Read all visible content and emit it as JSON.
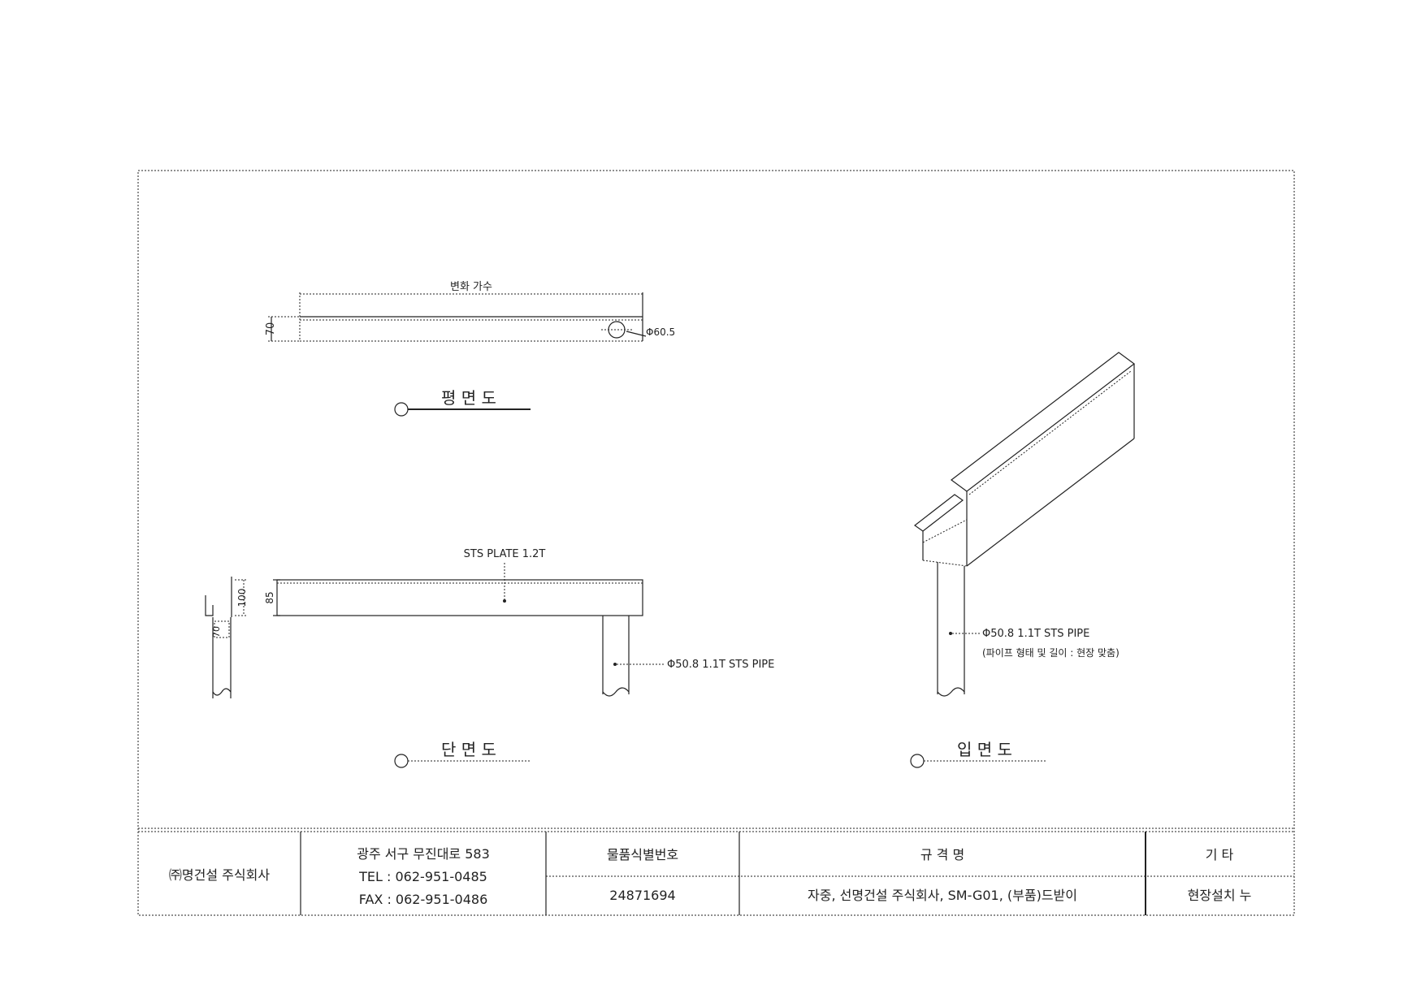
{
  "drawing": {
    "plan": {
      "title": "평 면 도",
      "length_label": "변화 가수",
      "width_dim": "70",
      "pipe_label": "Φ60.5"
    },
    "section": {
      "title": "단 면 도",
      "plate_label": "STS PLATE 1.2T",
      "pipe_label": "Φ50.8 1.1T STS PIPE",
      "dim_100": "100",
      "dim_85": "85",
      "dim_70": "70"
    },
    "elevation": {
      "title": "입 면 도",
      "pipe_label": "Φ50.8 1.1T STS PIPE",
      "pipe_note": "(파이프 형태 및 길이 : 현장 맞춤)"
    }
  },
  "title_block": {
    "company": "㈜명건설 주식회사",
    "address": "광주 서구 무진대로 583",
    "tel": "TEL : 062-951-0485",
    "fax": "FAX : 062-951-0486",
    "id_header": "물품식별번호",
    "id_value": "24871694",
    "spec_header": "규   격   명",
    "spec_value": "자중, 선명건설 주식회사, SM-G01, (부품)드받이",
    "etc_header": "기   타",
    "etc_value": "현장설치 누"
  }
}
